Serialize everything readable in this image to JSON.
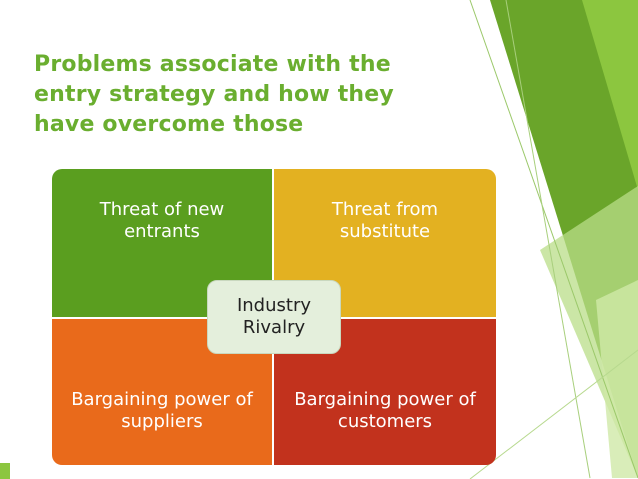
{
  "slide": {
    "title": "Problems associate with the\nentry strategy and how they\nhave overcome those"
  },
  "matrix": {
    "top_left": "Threat of new entrants",
    "top_right": "Threat from substitute",
    "bottom_left": "Bargaining power of suppliers",
    "bottom_right": "Bargaining power of customers",
    "center": "Industry Rivalry"
  },
  "colors": {
    "title": "#6aae2f",
    "top_left": "#5a9e1f",
    "top_right": "#e3b121",
    "bottom_left": "#e96a1b",
    "bottom_right": "#c2321d",
    "center": "#e4efdc",
    "accent_green": "#8cc63f"
  }
}
